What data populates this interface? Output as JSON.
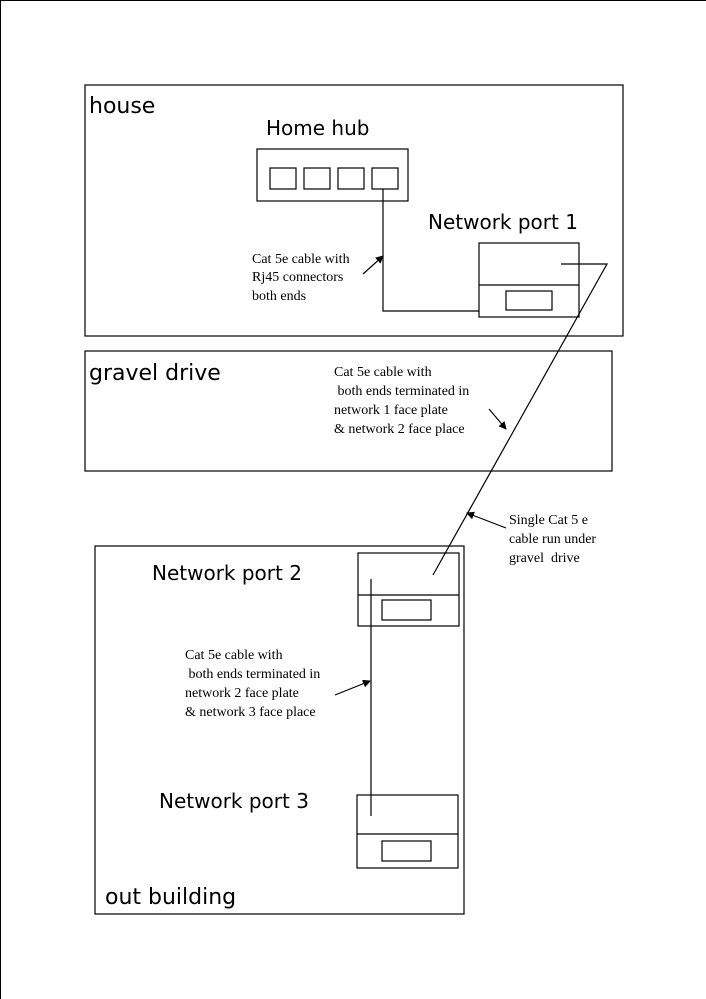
{
  "areas": {
    "house": "house",
    "gravel_drive": "gravel drive",
    "out_building": "out building"
  },
  "devices": {
    "home_hub": "Home hub",
    "port1": "Network port 1",
    "port2": "Network port 2",
    "port3": "Network port 3"
  },
  "notes": {
    "hub_cable": [
      "Cat 5e cable with",
      "Rj45 connectors",
      "both ends"
    ],
    "drive_cable": [
      "Cat 5e cable with",
      " both ends terminated in",
      "network 1 face plate",
      "& network 2 face place"
    ],
    "single_run": [
      "Single Cat 5 e",
      "cable run under",
      "gravel  drive"
    ],
    "outbuilding_cable": [
      "Cat 5e cable with",
      " both ends terminated in",
      "network 2 face plate",
      "& network 3 face place"
    ]
  },
  "colors": {
    "ink": "#000000",
    "paper": "#ffffff"
  }
}
